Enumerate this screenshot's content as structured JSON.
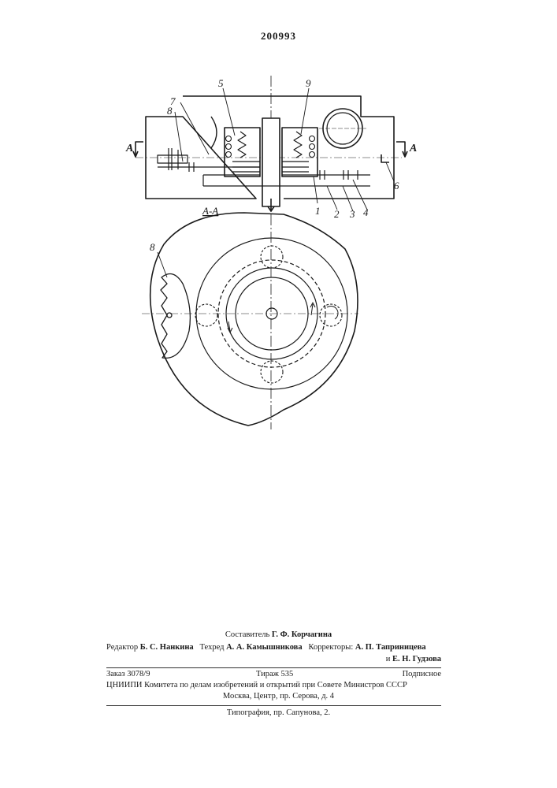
{
  "patent_number": "200993",
  "figure": {
    "section_mark_left": "A",
    "section_mark_right": "A",
    "section_title": "А-А",
    "callouts": [
      "5",
      "9",
      "7",
      "8",
      "1",
      "2",
      "3",
      "4",
      "6"
    ],
    "section_view_callout": "8"
  },
  "colophon": {
    "compiler_label": "Составитель",
    "compiler_name": "Г. Ф. Корчагина",
    "editor_label": "Редактор",
    "editor_name": "Б. С. Нанкина",
    "techred_label": "Техред",
    "techred_name": "А. А. Камышникова",
    "correctors_label": "Корректоры:",
    "corrector_1": "А. П. Таприницева",
    "corrector_2_prefix": "и",
    "corrector_2": "Е. Н. Гудзова",
    "order": "Заказ 3078/9",
    "circulation": "Тираж 535",
    "subscription": "Подписное",
    "org_line": "ЦНИИПИ Комитета по делам изобретений и открытий при Совете Министров СССР",
    "address_line": "Москва, Центр, пр. Серова, д. 4",
    "printer_line": "Типография, пр. Сапунова, 2."
  }
}
